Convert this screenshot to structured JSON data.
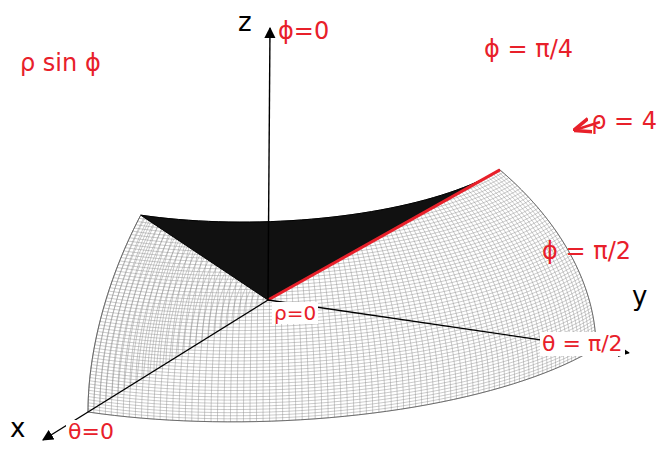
{
  "diagram": {
    "labels": [
      "z",
      "ϕ=0",
      "ρ sin ϕ",
      "ϕ = π/4",
      "ρ = 4",
      "ρ=0",
      "ϕ = π/2",
      "y",
      "θ = π/2",
      "x",
      "θ=0"
    ]
  }
}
